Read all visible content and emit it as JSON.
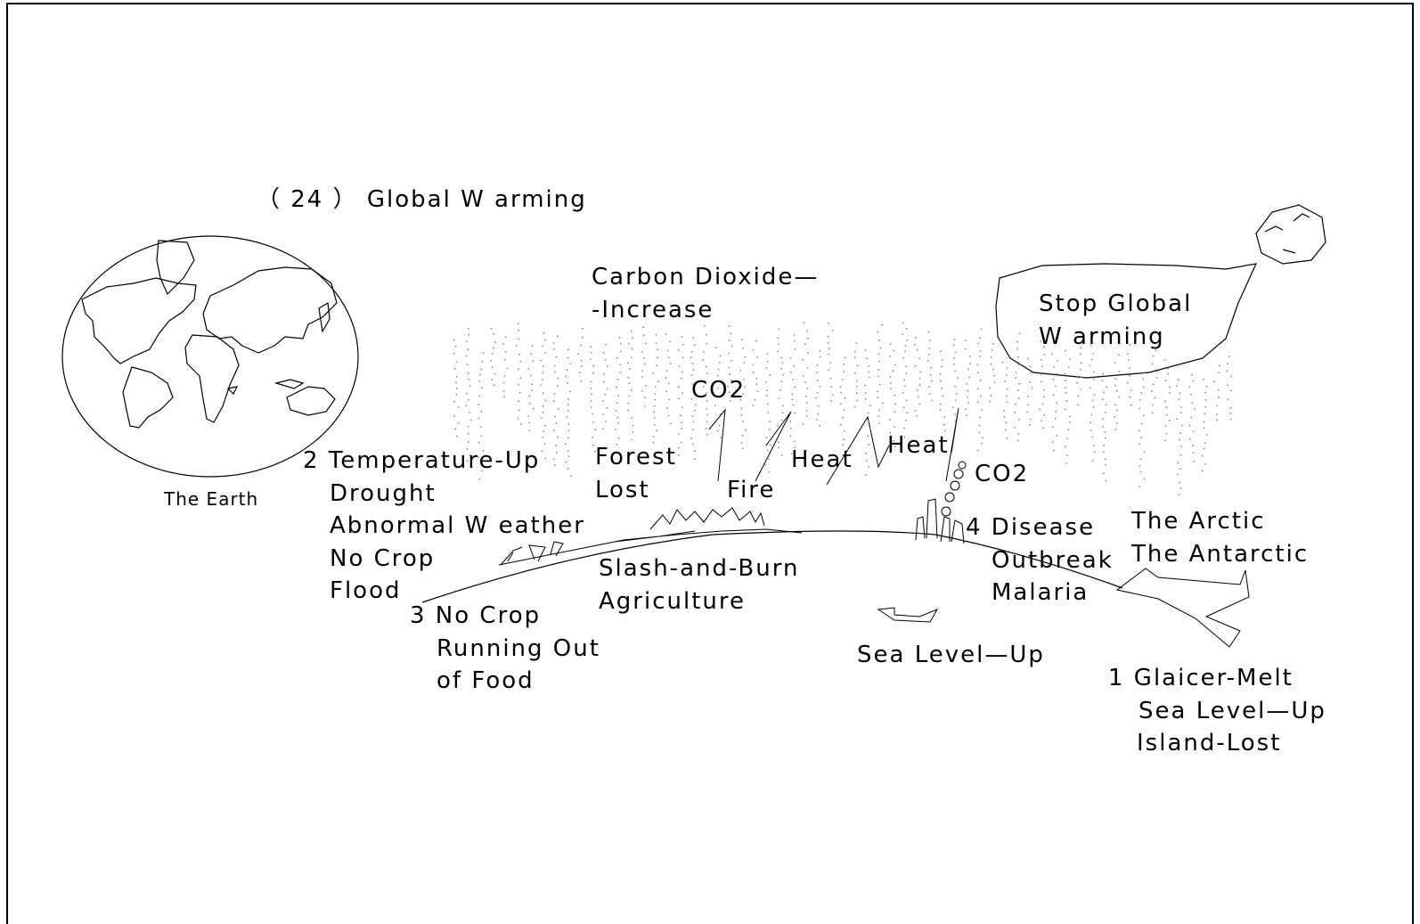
{
  "title": "（ 24 ） Global W arming",
  "earth_label": "The Earth",
  "speech_bubble": [
    "Stop Global",
    "W arming"
  ],
  "carbon_dioxide": [
    "Carbon Dioxide—",
    "-Increase"
  ],
  "co2_top": "CO2",
  "co2_right": "CO2",
  "forest_lost": [
    "Forest",
    "Lost"
  ],
  "fire": "Fire",
  "heat_1": "Heat",
  "heat_2": "Heat",
  "item_2": [
    "2 Temperature-Up",
    "Drought",
    "Abnormal W eather",
    "No Crop",
    "Flood"
  ],
  "item_3": [
    "3 No Crop",
    "Running Out",
    "of Food"
  ],
  "slash_burn": [
    "Slash-and-Burn",
    "Agriculture"
  ],
  "item_4": [
    "4 Disease",
    "Outbreak",
    "Malaria"
  ],
  "poles": [
    "The Arctic",
    "The Antarctic"
  ],
  "sea_level": "Sea Level—Up",
  "item_1": [
    "1 Glaicer-Melt",
    "Sea Level—Up",
    "Island-Lost"
  ]
}
